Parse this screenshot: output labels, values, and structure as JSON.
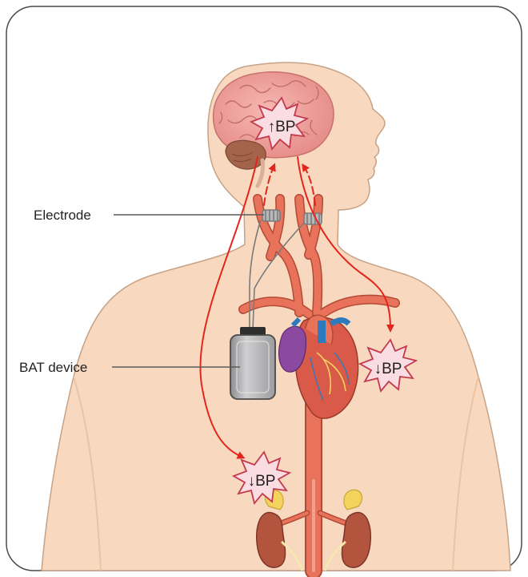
{
  "labels": {
    "electrode": "Electrode",
    "bat_device": "BAT device"
  },
  "bursts": {
    "brain": {
      "arrow": "↑",
      "text": "BP"
    },
    "chest": {
      "arrow": "↓",
      "text": "BP"
    },
    "abdomen": {
      "arrow": "↓",
      "text": "BP"
    }
  },
  "colors": {
    "skin": "#f8d9bf",
    "skin_outline": "#c6a286",
    "brain": "#f2a3a0",
    "cerebellum": "#a4644c",
    "artery": "#e8735a",
    "artery_outline": "#b24a36",
    "signal_arrow": "#e3261d",
    "burst_fill": "#f9dde3",
    "burst_stroke": "#c43a4d",
    "heart": "#d95a48",
    "heart_vessels": "#2c7bbf",
    "kidney": "#b3543e",
    "adrenal": "#f3d35c",
    "device_body": "#a9a9ab",
    "lead_wire": "#7a7a7a"
  }
}
